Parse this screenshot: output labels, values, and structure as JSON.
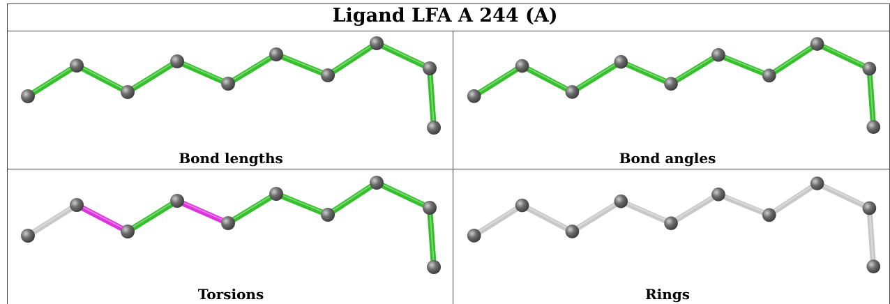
{
  "title": "Ligand LFA A 244 (A)",
  "colors": {
    "atom": "#6e6e6e",
    "bond_ok": "#34c02a",
    "bond_outlier": "#dd33dd",
    "bond_neutral": "#c8c8c8"
  },
  "panels": [
    {
      "caption": "Bond lengths",
      "bond_colors": [
        "bond_ok",
        "bond_ok",
        "bond_ok",
        "bond_ok",
        "bond_ok",
        "bond_ok",
        "bond_ok",
        "bond_ok",
        "bond_ok",
        "bond_ok"
      ]
    },
    {
      "caption": "Bond angles",
      "bond_colors": [
        "bond_ok",
        "bond_ok",
        "bond_ok",
        "bond_ok",
        "bond_ok",
        "bond_ok",
        "bond_ok",
        "bond_ok",
        "bond_ok",
        "bond_ok"
      ]
    },
    {
      "caption": "Torsions",
      "bond_colors": [
        "bond_neutral",
        "bond_outlier",
        "bond_ok",
        "bond_outlier",
        "bond_ok",
        "bond_ok",
        "bond_ok",
        "bond_ok",
        "bond_ok",
        "bond_neutral"
      ]
    },
    {
      "caption": "Rings",
      "bond_colors": [
        "bond_neutral",
        "bond_neutral",
        "bond_neutral",
        "bond_neutral",
        "bond_neutral",
        "bond_neutral",
        "bond_neutral",
        "bond_neutral",
        "bond_neutral",
        "bond_neutral"
      ]
    }
  ]
}
